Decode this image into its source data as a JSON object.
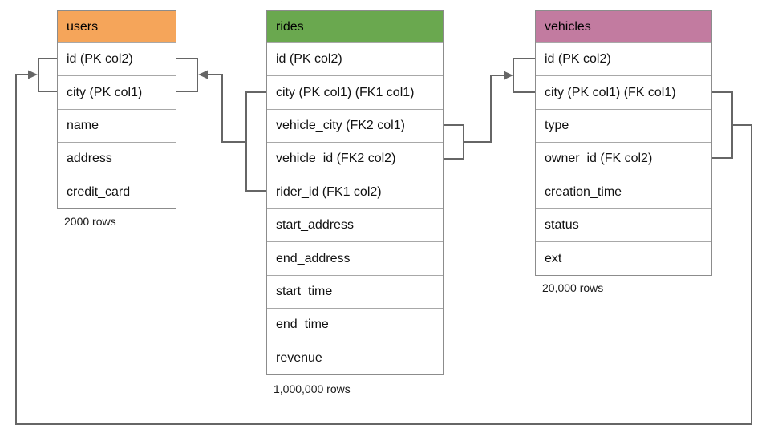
{
  "diagram": {
    "tables": [
      {
        "name": "users",
        "header_color": "#f5a55a",
        "row_count_label": "2000 rows",
        "columns": [
          "id (PK col2)",
          "city (PK col1)",
          "name",
          "address",
          "credit_card"
        ]
      },
      {
        "name": "rides",
        "header_color": "#6aa84f",
        "row_count_label": "1,000,000 rows",
        "columns": [
          "id (PK col2)",
          "city (PK col1) (FK1 col1)",
          "vehicle_city (FK2 col1)",
          "vehicle_id (FK2 col2)",
          "rider_id (FK1 col2)",
          "start_address",
          "end_address",
          "start_time",
          "end_time",
          "revenue"
        ]
      },
      {
        "name": "vehicles",
        "header_color": "#c27ba0",
        "row_count_label": "20,000 rows",
        "columns": [
          "id (PK col2)",
          "city (PK col1) (FK col1)",
          "type",
          "owner_id (FK col2)",
          "creation_time",
          "status",
          "ext"
        ]
      }
    ],
    "relationships": [
      {
        "key": "FK1",
        "from": "rides (city, rider_id)",
        "to": "users (id, city)"
      },
      {
        "key": "FK2",
        "from": "rides (vehicle_city, vehicle_id)",
        "to": "vehicles (id, city)"
      },
      {
        "key": "FK",
        "from": "vehicles (city, owner_id)",
        "to": "users (id, city)"
      }
    ],
    "colors": {
      "line": "#666666",
      "border": "#8c8c8c",
      "users_header": "#f5a55a",
      "rides_header": "#6aa84f",
      "vehicles_header": "#c27ba0"
    }
  }
}
